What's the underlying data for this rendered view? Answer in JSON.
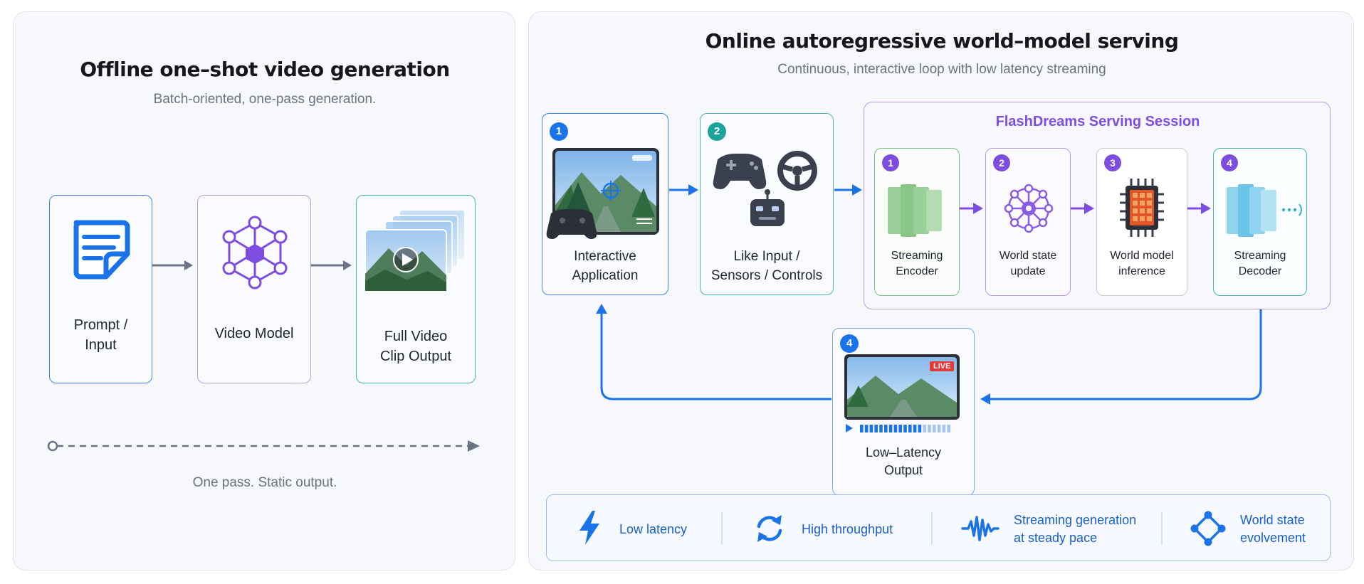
{
  "offline": {
    "title": "Offline one–shot video generation",
    "subtitle": "Batch-oriented, one-pass generation.",
    "steps": [
      {
        "label": "Prompt /\nInput",
        "icon": "document-icon"
      },
      {
        "label": "Video Model",
        "icon": "neural-network-icon"
      },
      {
        "label": "Full Video\nClip Output",
        "icon": "video-clip-stack-icon"
      }
    ],
    "footer": "One pass. Static output."
  },
  "online": {
    "title": "Online autoregressive world–model serving",
    "subtitle": "Continuous, interactive loop with low latency streaming",
    "app": {
      "badge": "1",
      "label": "Interactive\nApplication"
    },
    "inputs": {
      "badge": "2",
      "label": "Like Input /\nSensors / Controls"
    },
    "session": {
      "title": "FlashDreams Serving Session",
      "steps": [
        {
          "badge": "1",
          "label": "Streaming\nEncoder"
        },
        {
          "badge": "2",
          "label": "World state\nupdate"
        },
        {
          "badge": "3",
          "label": "World model\ninference"
        },
        {
          "badge": "4",
          "label": "Streaming\nDecoder"
        }
      ]
    },
    "output": {
      "badge": "4",
      "label": "Low–Latency\nOutput",
      "live": "LIVE"
    },
    "features": [
      {
        "icon": "lightning-icon",
        "label": "Low latency"
      },
      {
        "icon": "refresh-icon",
        "label": "High throughput"
      },
      {
        "icon": "waveform-icon",
        "label": "Streaming generation\nat steady pace"
      },
      {
        "icon": "network-nodes-icon",
        "label": "World state\nevolvement"
      }
    ]
  },
  "colors": {
    "blue": "#1a73e8",
    "teal": "#1ba39c",
    "purple": "#7c4ddf",
    "green": "#58b35e"
  }
}
